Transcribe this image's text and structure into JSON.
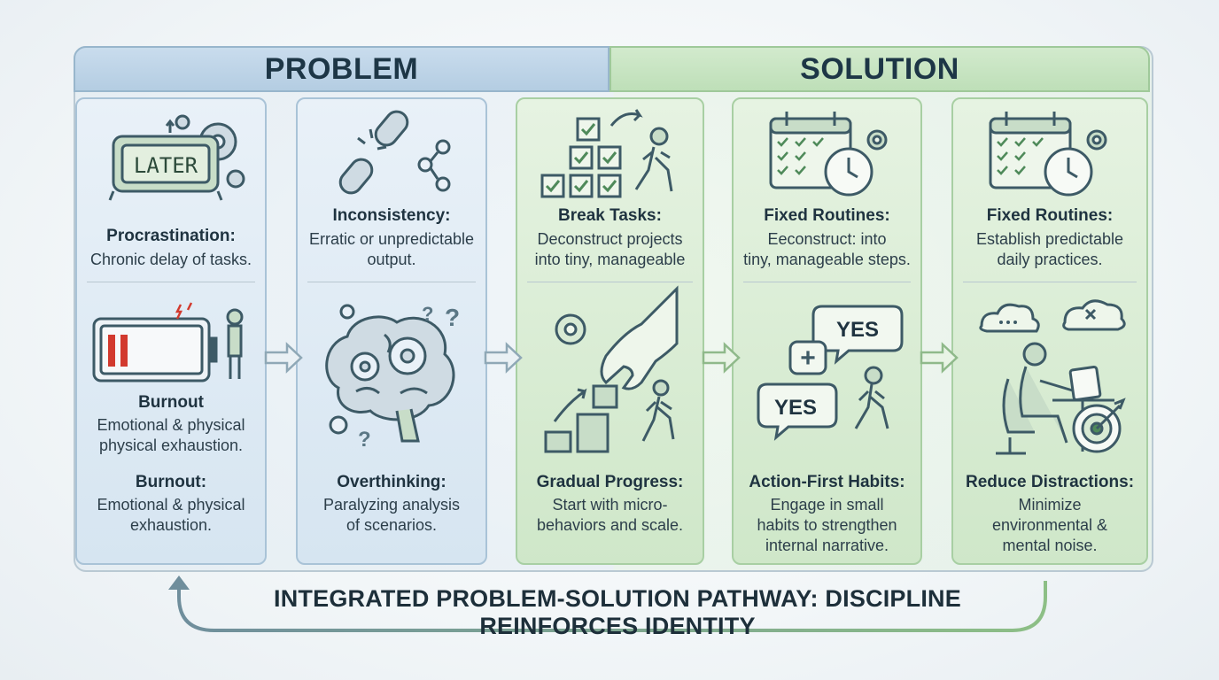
{
  "header": {
    "problem": "PROBLEM",
    "solution": "SOLUTION"
  },
  "columns": [
    {
      "top_label": "LATER",
      "top_title": "Procrastination:",
      "top_text": [
        "Chronic delay of tasks."
      ],
      "bottom_titles": [
        "Burnout",
        "Burnout:"
      ],
      "bottom_texts": [
        [
          "Emotional & physical",
          "physical exhaustion."
        ],
        [
          "Emotional & physical",
          "exhaustion."
        ]
      ]
    },
    {
      "top_title": "Inconsistency:",
      "top_text": [
        "Erratic or unpredictable",
        "output."
      ],
      "bottom_title": "Overthinking:",
      "bottom_text": [
        "Paralyzing analysis",
        "of scenarios."
      ]
    },
    {
      "top_title": "Break Tasks:",
      "top_text": [
        "Deconstruct projects",
        "into tiny, manageable"
      ],
      "bottom_title": "Gradual Progress:",
      "bottom_text": [
        "Start with micro-",
        "behaviors and scale."
      ]
    },
    {
      "top_title": "Fixed Routines:",
      "top_text": [
        "Eeconstruct: into",
        "tiny, manageable steps."
      ],
      "bubble_labels": [
        "YES",
        "+",
        "YES"
      ],
      "bottom_title": "Action-First Habits:",
      "bottom_text": [
        "Engage in small",
        "habits to strengthen",
        "internal narrative."
      ]
    },
    {
      "top_title": "Fixed Routines:",
      "top_text": [
        "Establish predictable",
        "daily practices."
      ],
      "bottom_title": "Reduce Distractions:",
      "bottom_text": [
        "Minimize",
        "environmental &",
        "mental noise."
      ]
    }
  ],
  "footer": "INTEGRATED PROBLEM-SOLUTION PATHWAY: DISCIPLINE REINFORCES IDENTITY",
  "colors": {
    "problem": "#b4cde2",
    "solution": "#bedfb8",
    "icon": "#3d5a66",
    "icon_green": "#4f8a5a",
    "battery_red": "#d23a2e"
  }
}
